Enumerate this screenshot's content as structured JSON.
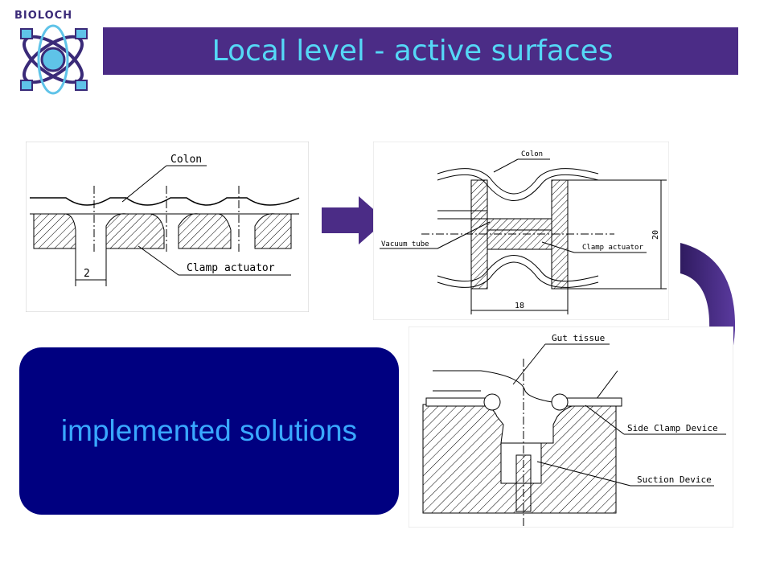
{
  "logo": {
    "text": "BIOLOCH"
  },
  "header": {
    "title": "Local level - active surfaces"
  },
  "diagram1": {
    "colon": "Colon",
    "clamp": "Clamp actuator",
    "dim": "2"
  },
  "diagram2": {
    "colon": "Colon",
    "vacuum": "Vacuum tube",
    "clamp": "Clamp actuator",
    "dim_w": "18",
    "dim_h": "20"
  },
  "diagram3": {
    "gut": "Gut tissue",
    "side": "Side Clamp Device",
    "suction": "Suction Device"
  },
  "callout": {
    "text": "implemented solutions"
  },
  "colors": {
    "title_bar": "#4b2c86",
    "title_text": "#55d8f6",
    "box": "#000080",
    "box_text": "#39a8ff",
    "arrow": "#4b2c86"
  }
}
